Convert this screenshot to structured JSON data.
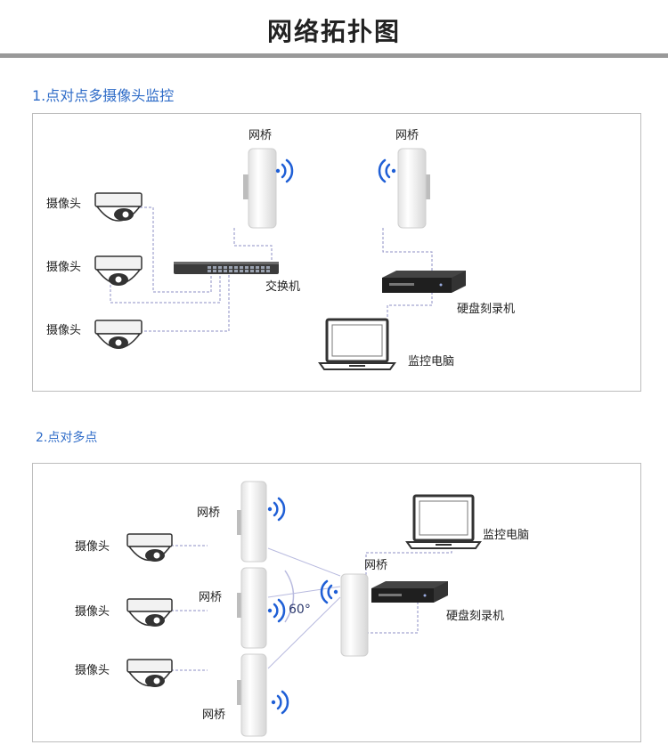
{
  "page": {
    "title": "网络拓扑图"
  },
  "section1": {
    "title": "1.点对点多摄像头监控",
    "bridge_left": "网桥",
    "bridge_right": "网桥",
    "cameras": [
      "摄像头",
      "摄像头",
      "摄像头"
    ],
    "switch": "交换机",
    "recorder": "硬盘刻录机",
    "pc": "监控电脑"
  },
  "section2": {
    "title": "2.点对多点",
    "bridges": [
      "网桥",
      "网桥",
      "网桥"
    ],
    "center_bridge": "网桥",
    "cameras": [
      "摄像头",
      "摄像头",
      "摄像头"
    ],
    "pc": "监控电脑",
    "recorder": "硬盘刻录机",
    "angle": "60°"
  },
  "colors": {
    "accent": "#2f6cc8",
    "link": "#8d8fc4",
    "wifi": "#1f5fd6"
  }
}
